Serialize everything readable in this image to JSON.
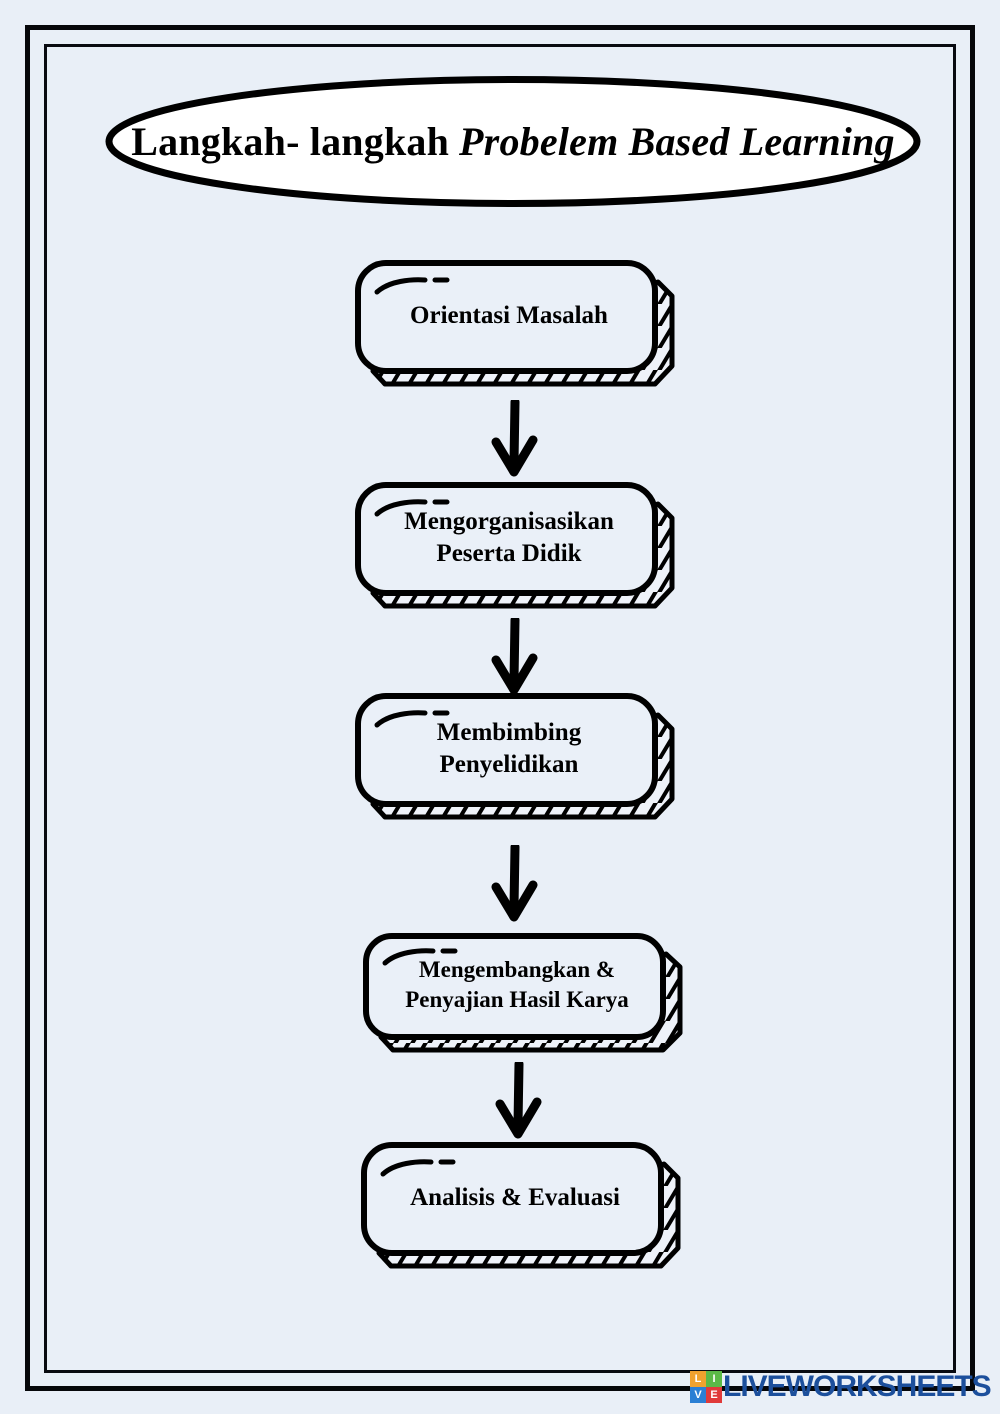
{
  "page": {
    "background_color": "#e9eff7",
    "frame_color": "#06070a"
  },
  "title": {
    "text_plain": "Langkah- langkah ",
    "text_emphasis": "Probelem Based Learning",
    "shape": "ellipse"
  },
  "flow": {
    "type": "flowchart-vertical",
    "arrow_label": "down-arrow",
    "steps": [
      {
        "label": "Orientasi Masalah",
        "lines": [
          "Orientasi Masalah"
        ]
      },
      {
        "label": "Mengorganisasikan Peserta Didik",
        "lines": [
          "Mengorganisasikan",
          "Peserta Didik"
        ]
      },
      {
        "label": "Membimbing Penyelidikan",
        "lines": [
          "Membimbing",
          "Penyelidikan"
        ]
      },
      {
        "label": "Mengembangkan & Penyajian Hasil Karya",
        "lines": [
          "Mengembangkan &",
          "Penyajian Hasil Karya"
        ]
      },
      {
        "label": "Analisis & Evaluasi",
        "lines": [
          "Analisis & Evaluasi"
        ]
      }
    ]
  },
  "watermark": {
    "logo_letters": [
      "L",
      "I",
      "V",
      "E"
    ],
    "logo_colors": [
      "#f0a22e",
      "#5bb947",
      "#2b7fd4",
      "#e03a3a"
    ],
    "wordmark": "LIVEWORKSHEETS",
    "wordmark_color": "#1c4f9c"
  }
}
